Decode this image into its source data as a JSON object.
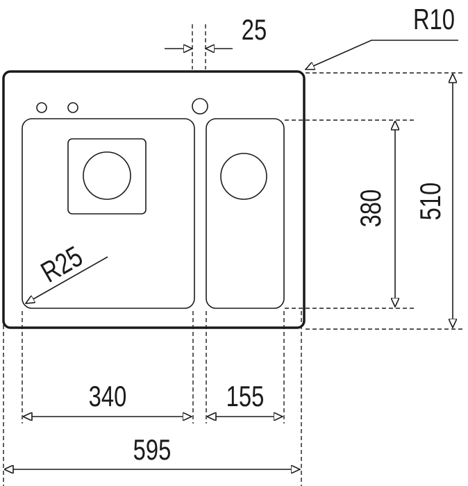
{
  "drawing": {
    "type": "double sink technical drawing",
    "dimensions": {
      "overall_width": "595",
      "overall_depth": "510",
      "large_bowl_width": "340",
      "small_bowl_width": "155",
      "bowl_depth": "380",
      "bowl_gap": "25",
      "corner_radius_outer": "R10",
      "corner_radius_bowl": "R25"
    },
    "colors": {
      "line": "#1a1a1a",
      "background": "#ffffff"
    }
  }
}
